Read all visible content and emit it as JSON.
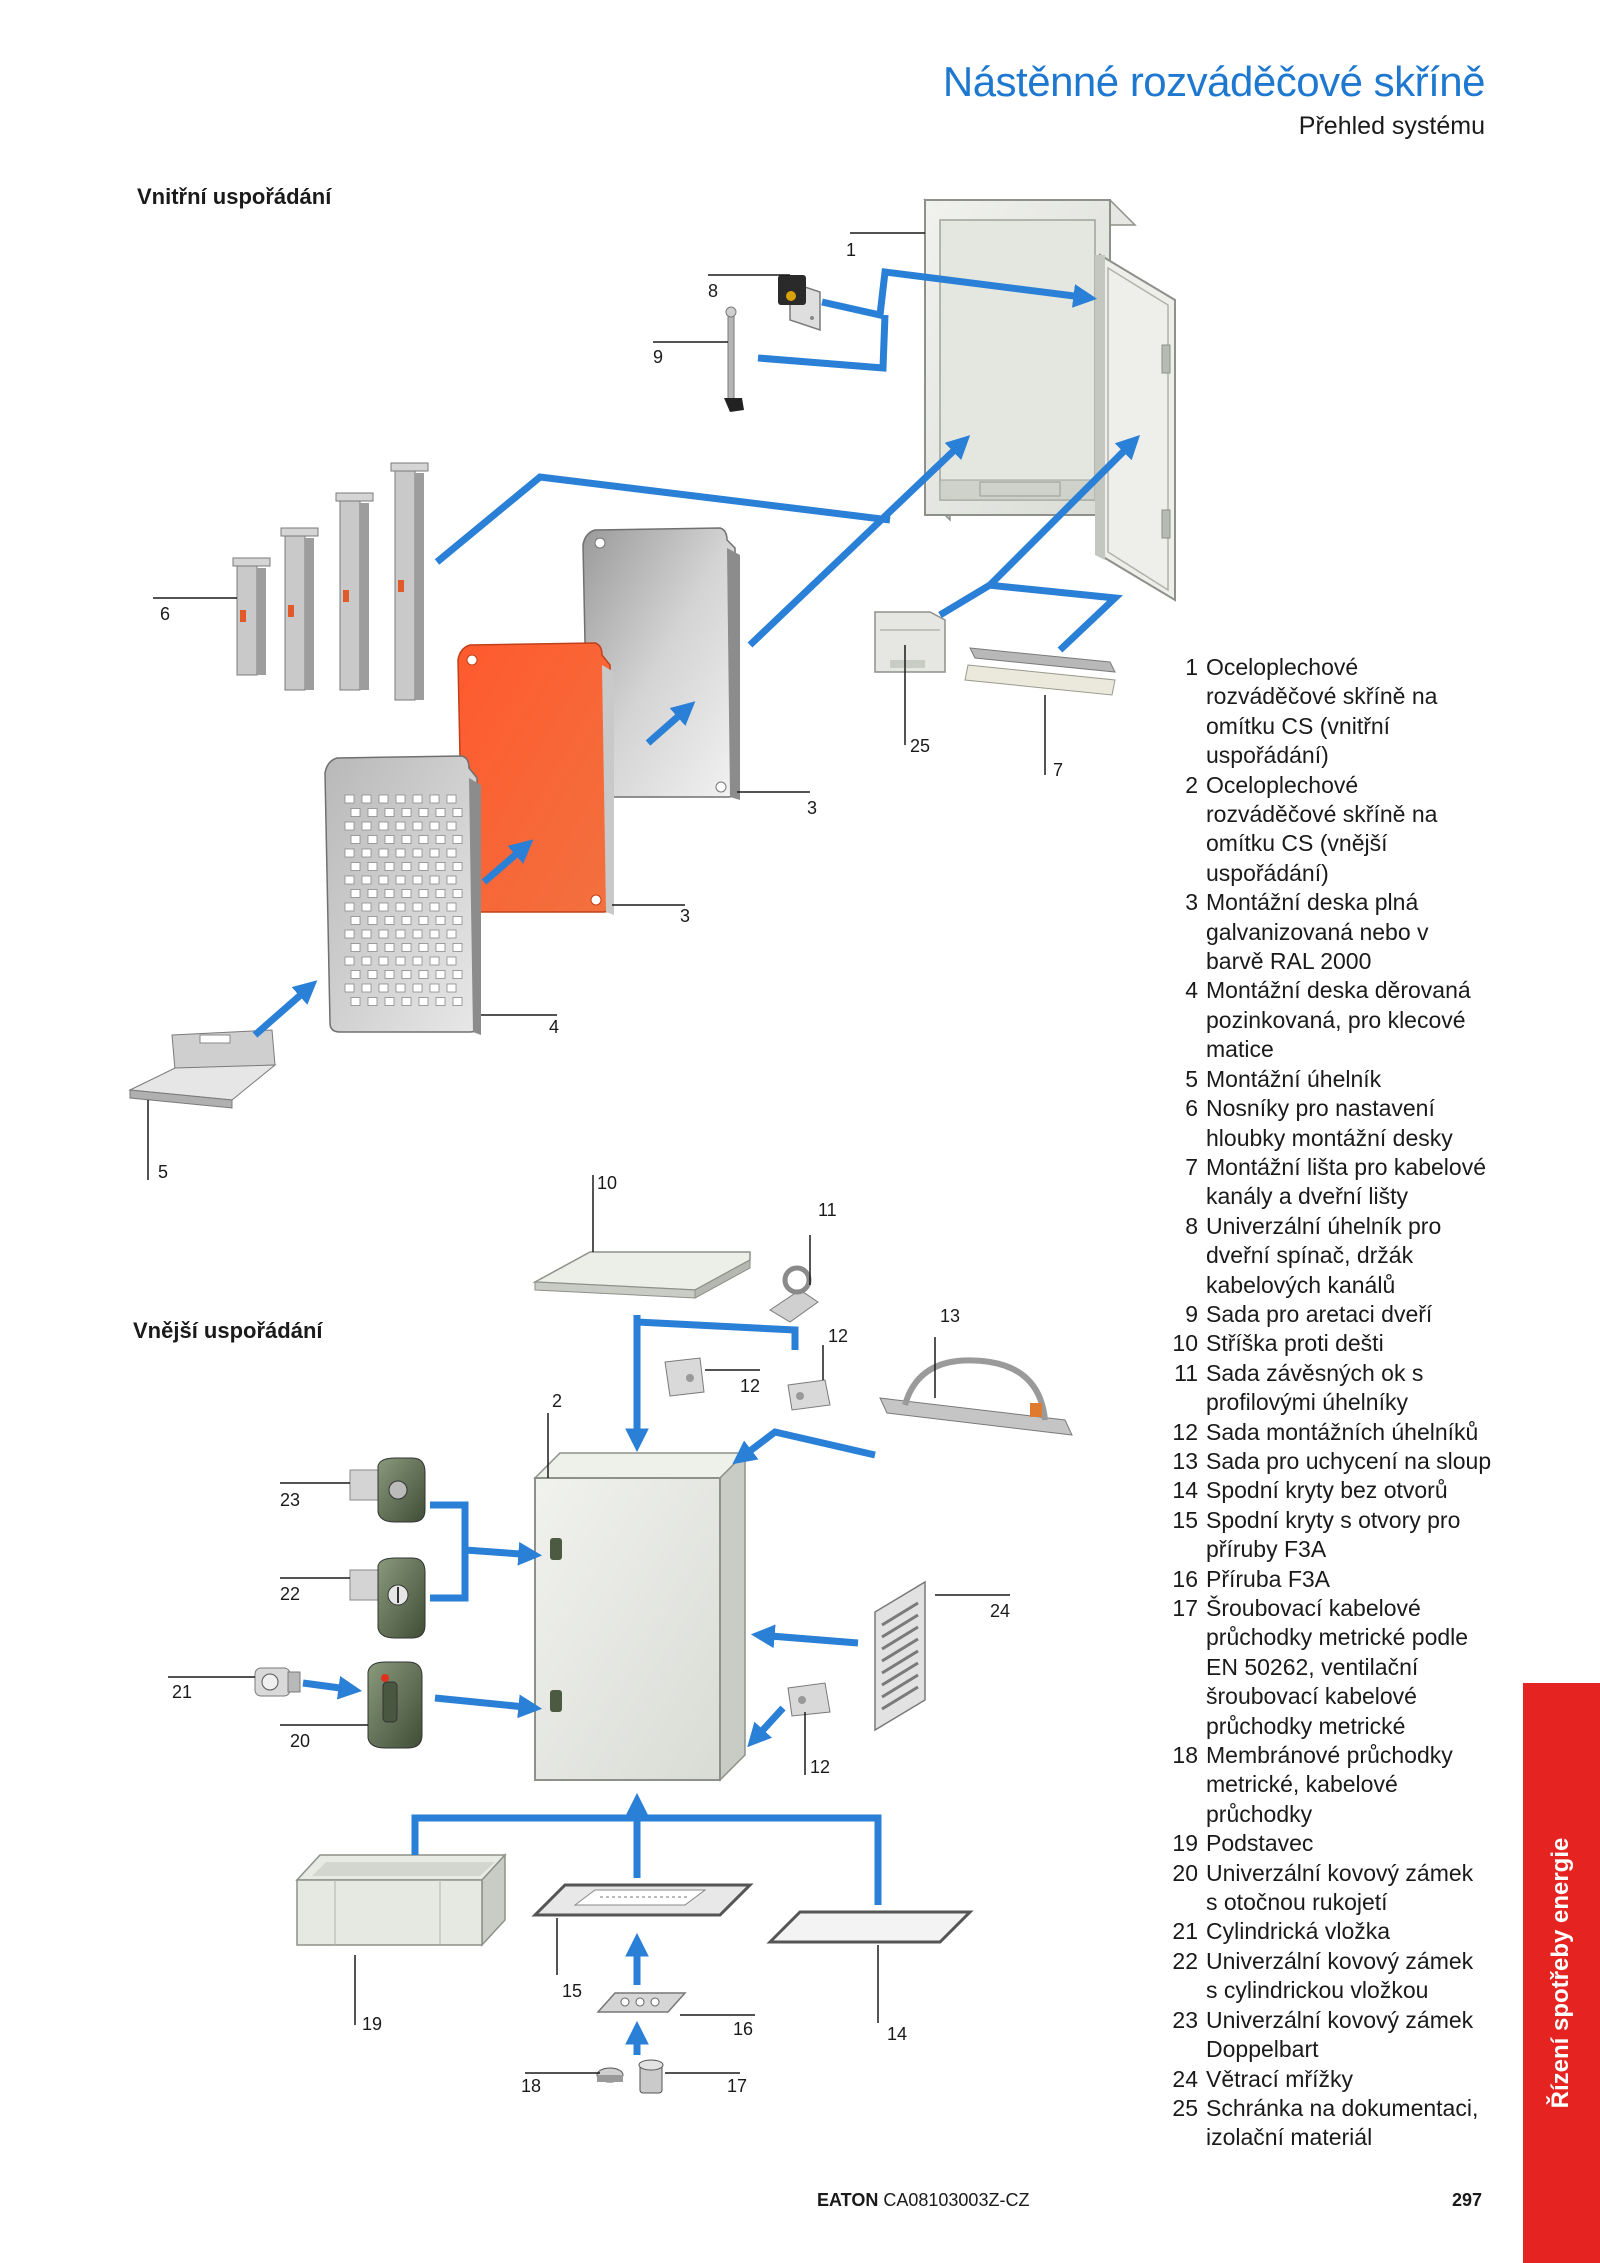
{
  "header": {
    "title": "Nástěnné rozváděčové skříně",
    "subtitle": "Přehled systému"
  },
  "sections": {
    "internal": "Vnitřní uspořádání",
    "external": "Vnější uspořádání"
  },
  "callouts": [
    "1",
    "8",
    "9",
    "6",
    "25",
    "7",
    "3",
    "3",
    "4",
    "5",
    "10",
    "11",
    "13",
    "12",
    "12",
    "12",
    "2",
    "23",
    "22",
    "21",
    "20",
    "24",
    "15",
    "19",
    "16",
    "14",
    "18",
    "17"
  ],
  "legend": [
    {
      "num": "1",
      "lines": [
        "Oceloplechové",
        "rozváděčové skříně na",
        "omítku CS (vnitřní",
        "uspořádání)"
      ]
    },
    {
      "num": "2",
      "lines": [
        "Oceloplechové",
        "rozváděčové skříně na",
        "omítku CS (vnější",
        "uspořádání)"
      ]
    },
    {
      "num": "3",
      "lines": [
        "Montážní deska plná",
        "galvanizovaná nebo v",
        "barvě RAL 2000"
      ]
    },
    {
      "num": "4",
      "lines": [
        "Montážní deska děrovaná",
        "pozinkovaná, pro klecové",
        "matice"
      ]
    },
    {
      "num": "5",
      "lines": [
        "Montážní úhelník"
      ]
    },
    {
      "num": "6",
      "lines": [
        "Nosníky pro nastavení",
        "hloubky montážní desky"
      ]
    },
    {
      "num": "7",
      "lines": [
        "Montážní lišta pro kabelové",
        "kanály a dveřní lišty"
      ]
    },
    {
      "num": "8",
      "lines": [
        "Univerzální úhelník pro",
        "dveřní spínač, držák",
        "kabelových kanálů"
      ]
    },
    {
      "num": "9",
      "lines": [
        "Sada pro aretaci dveří"
      ]
    },
    {
      "num": "10",
      "lines": [
        "Stříška proti dešti"
      ]
    },
    {
      "num": "11",
      "lines": [
        "Sada závěsných ok s",
        "profilovými úhelníky"
      ]
    },
    {
      "num": "12",
      "lines": [
        "Sada montážních úhelníků"
      ]
    },
    {
      "num": "13",
      "lines": [
        "Sada pro uchycení na sloup"
      ]
    },
    {
      "num": "14",
      "lines": [
        "Spodní kryty bez otvorů"
      ]
    },
    {
      "num": "15",
      "lines": [
        "Spodní kryty s otvory pro",
        "příruby F3A"
      ]
    },
    {
      "num": "16",
      "lines": [
        "Příruba F3A"
      ]
    },
    {
      "num": "17",
      "lines": [
        "Šroubovací kabelové",
        "průchodky metrické podle",
        "EN 50262, ventilační",
        "šroubovací kabelové",
        "průchodky metrické"
      ]
    },
    {
      "num": "18",
      "lines": [
        "Membránové průchodky",
        "metrické, kabelové",
        "průchodky"
      ]
    },
    {
      "num": "19",
      "lines": [
        "Podstavec"
      ]
    },
    {
      "num": "20",
      "lines": [
        "Univerzální kovový zámek",
        "s otočnou rukojetí"
      ]
    },
    {
      "num": "21",
      "lines": [
        "Cylindrická vložka"
      ]
    },
    {
      "num": "22",
      "lines": [
        "Univerzální kovový zámek",
        "s cylindrickou vložkou"
      ]
    },
    {
      "num": "23",
      "lines": [
        "Univerzální kovový zámek",
        "Doppelbart"
      ]
    },
    {
      "num": "24",
      "lines": [
        "Větrací mřížky"
      ]
    },
    {
      "num": "25",
      "lines": [
        "Schránka na dokumentaci,",
        "izolační materiál"
      ]
    }
  ],
  "side_tab": "Řízení spotřeby energie",
  "footer": {
    "brand": "EATON",
    "code": "CA08103003Z-CZ",
    "page": "297"
  },
  "colors": {
    "accent_blue": "#1e78d0",
    "arrow_blue": "#2a7fd6",
    "side_tab_red": "#e52421",
    "plate_orange": "#f25c30"
  }
}
